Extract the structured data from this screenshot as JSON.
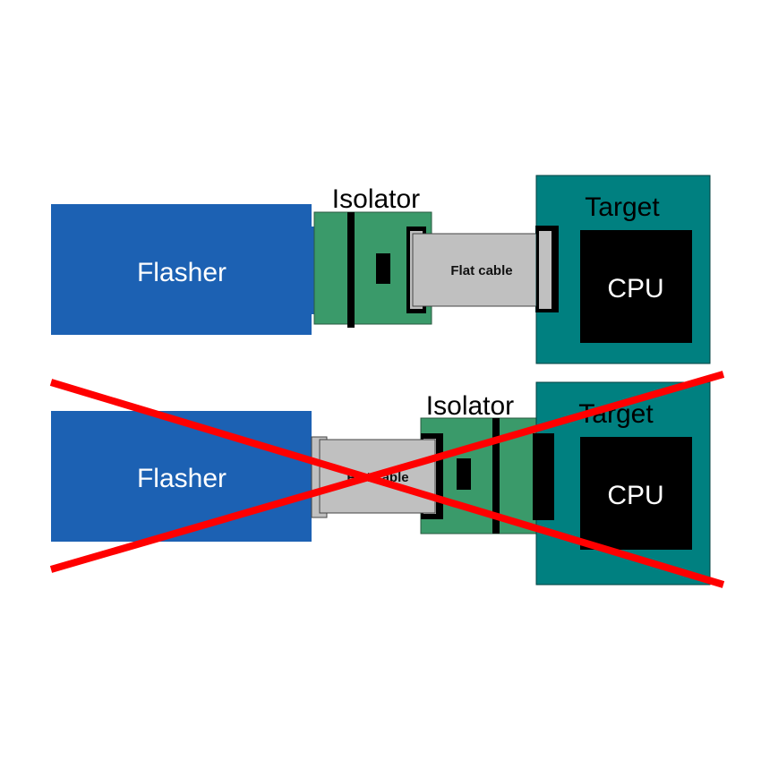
{
  "top": {
    "flasher": "Flasher",
    "isolator": "Isolator",
    "cable": "Flat cable",
    "target": "Target",
    "cpu": "CPU"
  },
  "bottom": {
    "flasher": "Flasher",
    "isolator": "Isolator",
    "cable": "Flat cable",
    "target": "Target",
    "cpu": "CPU",
    "crossed_out": true
  },
  "colors": {
    "flasher": "#1c61b3",
    "isolator": "#3a9a6a",
    "target": "#008080",
    "cable": "#c0c0c0",
    "cross": "#ff0000"
  }
}
